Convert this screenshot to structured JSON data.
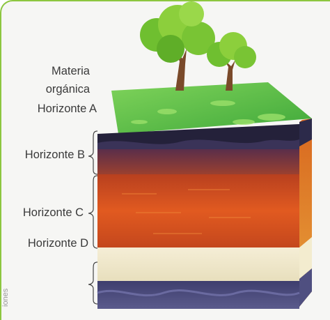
{
  "labels": {
    "materia_organica_1": "Materia",
    "materia_organica_2": "orgánica",
    "horizonte_a": "Horizonte A",
    "horizonte_b": "Horizonte B",
    "horizonte_c": "Horizonte C",
    "horizonte_d": "Horizonte D"
  },
  "side_text": "iones",
  "colors": {
    "frame_border": "#8cc63f",
    "grass": "#5cbf4a",
    "humus": "#2a2540",
    "horizon_b": "#7a3a4a",
    "horizon_c": "#d5521f",
    "horizon_d_sand": "#f1ead0",
    "bedrock": "#4a4a78",
    "tree_foliage": "#8ccf3c",
    "trunk": "#7a4a2a"
  }
}
